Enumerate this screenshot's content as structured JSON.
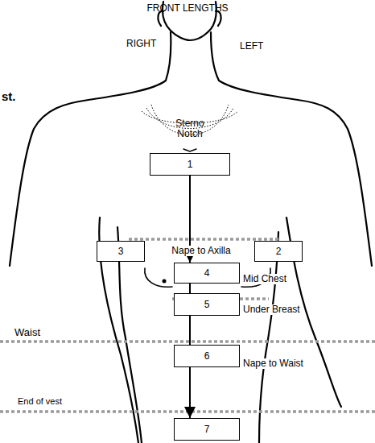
{
  "diagram": {
    "title": "FRONT LENGTHS",
    "nodes": [
      {
        "text": [
          "1"
        ]
      },
      {
        "text": [
          "3"
        ]
      },
      {
        "text": [
          "2"
        ]
      },
      {
        "text": [
          "4"
        ]
      },
      {
        "text": [
          "5"
        ]
      },
      {
        "text": [
          "6"
        ]
      },
      {
        "text": [
          "7"
        ]
      }
    ],
    "edges": [
      {
        "from": 0,
        "to": 3,
        "arrow": "to"
      },
      {
        "from": 3,
        "to": 4,
        "arrow": "none"
      },
      {
        "from": 4,
        "to": 5,
        "arrow": "none"
      },
      {
        "from": 5,
        "to": 6,
        "arrow": "to"
      }
    ],
    "labels": [
      "RIGHT",
      "LEFT",
      "st.",
      "Sterno Notch",
      "Nape to Axilla",
      "Mid Chest",
      "Under Breast",
      "Waist",
      "Nape to Waist",
      "End of vest"
    ]
  }
}
